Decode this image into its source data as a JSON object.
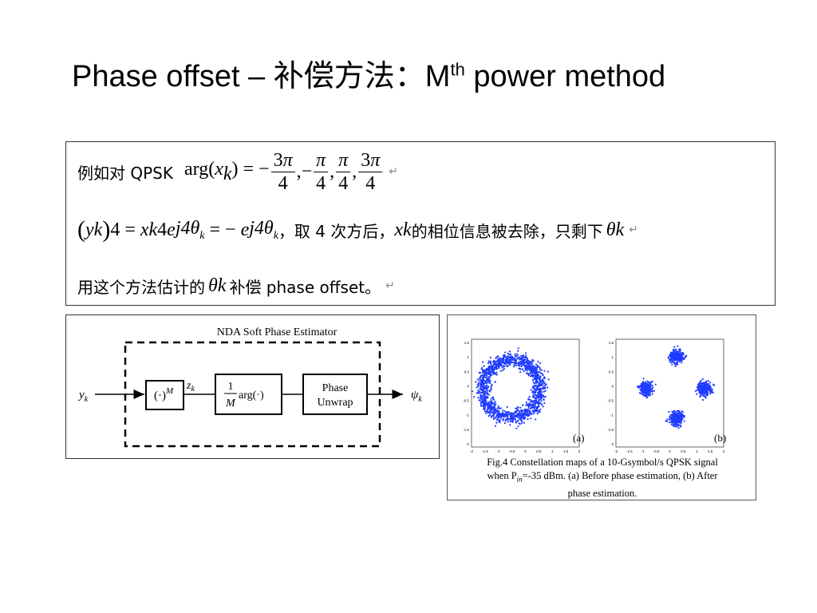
{
  "slide": {
    "title_main": "Phase offset – 补偿方法：M",
    "title_sup": "th",
    "title_tail": " power method"
  },
  "formula": {
    "line1_prefix": "例如对 QPSK",
    "line2_text": "，取 4 次方后，",
    "line2_text2": "的相位信息被去除，只剩下",
    "line3_prefix": "用这个方法估计的",
    "line3_suffix": "补偿 phase offset。"
  },
  "diagram": {
    "title": "NDA Soft Phase Estimator",
    "input_label": "y",
    "input_sub": "k",
    "block1": "(·)",
    "block1_sup": "M",
    "mid_label": "z",
    "mid_sub": "k",
    "block2_num": "1",
    "block2_den": "M",
    "block2_fn": "arg(·)",
    "block3_line1": "Phase",
    "block3_line2": "Unwrap",
    "output_label": "ψ",
    "output_sub": "k"
  },
  "figure": {
    "panel_a_label": "(a)",
    "panel_b_label": "(b)",
    "caption_line1": "Fig.4 Constellation maps of a 10-Gsymbol/s QPSK signal",
    "caption_line2": "when P",
    "caption_line2_sub": "in",
    "caption_line2_rest": "=-35 dBm. (a) Before phase estimation, (b) After",
    "caption_line3": "phase estimation.",
    "tick_labels": [
      "1.5",
      "1",
      "0.5",
      "0",
      "-0.5",
      "-1",
      "-1.5",
      "-2"
    ],
    "accent_color": "#1f3cff"
  }
}
